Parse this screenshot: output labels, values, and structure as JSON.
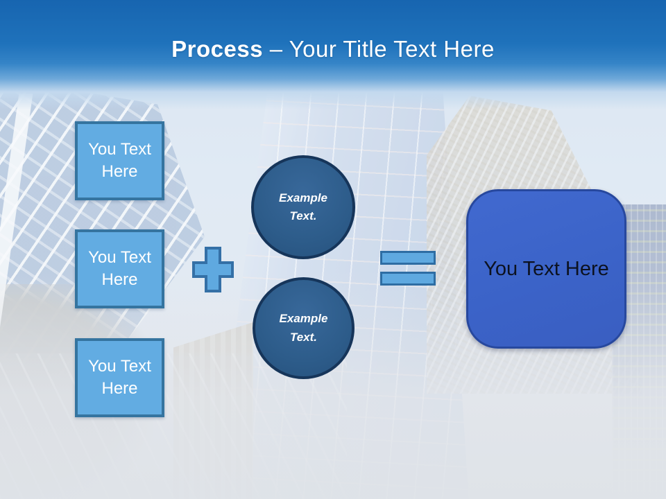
{
  "header": {
    "title_bold": "Process",
    "title_rest": "– Your Title Text Here"
  },
  "inputs": [
    {
      "label": "You Text Here"
    },
    {
      "label": "You Text Here"
    },
    {
      "label": "You Text Here"
    }
  ],
  "circles": [
    {
      "label": "Example Text."
    },
    {
      "label": "Example Text."
    }
  ],
  "result": {
    "label": "You Text Here"
  },
  "icons": {
    "plus": "plus",
    "equals": "equals"
  },
  "colors": {
    "header_blue_top": "#1765b0",
    "header_blue_mid": "#3584c7",
    "box_fill": "#62ace2",
    "box_border": "#35749f",
    "circle_fill": "#2d5c8a",
    "circle_border": "#16355a",
    "operator_fill": "#5fa9e0",
    "operator_border": "#2e6da3",
    "result_fill": "#3b63c8",
    "result_border": "#27489e",
    "result_text": "#0c1220",
    "title_text": "#ffffff"
  }
}
